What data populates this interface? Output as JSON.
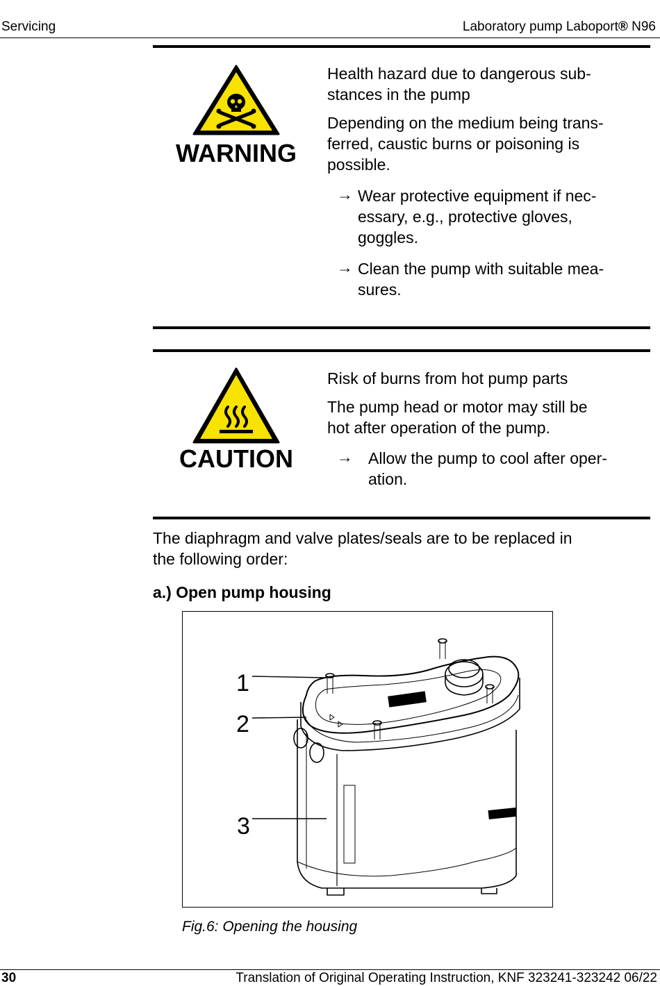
{
  "header": {
    "section": "Servicing",
    "product_prefix": "Laboratory pump Laboport",
    "product_reg": "®",
    "product_suffix": " N96"
  },
  "warning": {
    "signal_word": "WARNING",
    "icon": "skull-crossbones-warning-icon",
    "title_lines": [
      "Health hazard due to dangerous sub-",
      "stances in the pump"
    ],
    "body_lines": [
      "Depending on the medium being trans-",
      "ferred, caustic burns or poisoning is",
      "possible."
    ],
    "steps": [
      {
        "lines": [
          "Wear protective equipment if nec-",
          "essary, e.g., protective gloves,",
          "goggles."
        ]
      },
      {
        "lines": [
          "Clean the pump with suitable mea-",
          "sures."
        ]
      }
    ]
  },
  "caution": {
    "signal_word": "CAUTION",
    "icon": "hot-surface-warning-icon",
    "title": "Risk of burns from hot pump parts",
    "body_lines": [
      "The pump head or motor may still be",
      "hot after operation of the pump."
    ],
    "steps": [
      {
        "lines": [
          "Allow the pump to cool after oper-",
          "ation."
        ]
      }
    ]
  },
  "intro_lines": [
    "The diaphragm and valve plates/seals are to be replaced in",
    "the following order:"
  ],
  "step_heading": "a.) Open pump housing",
  "figure": {
    "callouts": [
      "1",
      "2",
      "3"
    ],
    "caption": "Fig.6: Opening the housing"
  },
  "arrow_glyph": "→",
  "colors": {
    "sign_yellow": "#f7e200",
    "sign_border": "#000000"
  },
  "footer": {
    "page": "30",
    "text": "Translation of Original Operating Instruction, KNF 323241-323242 06/22"
  }
}
